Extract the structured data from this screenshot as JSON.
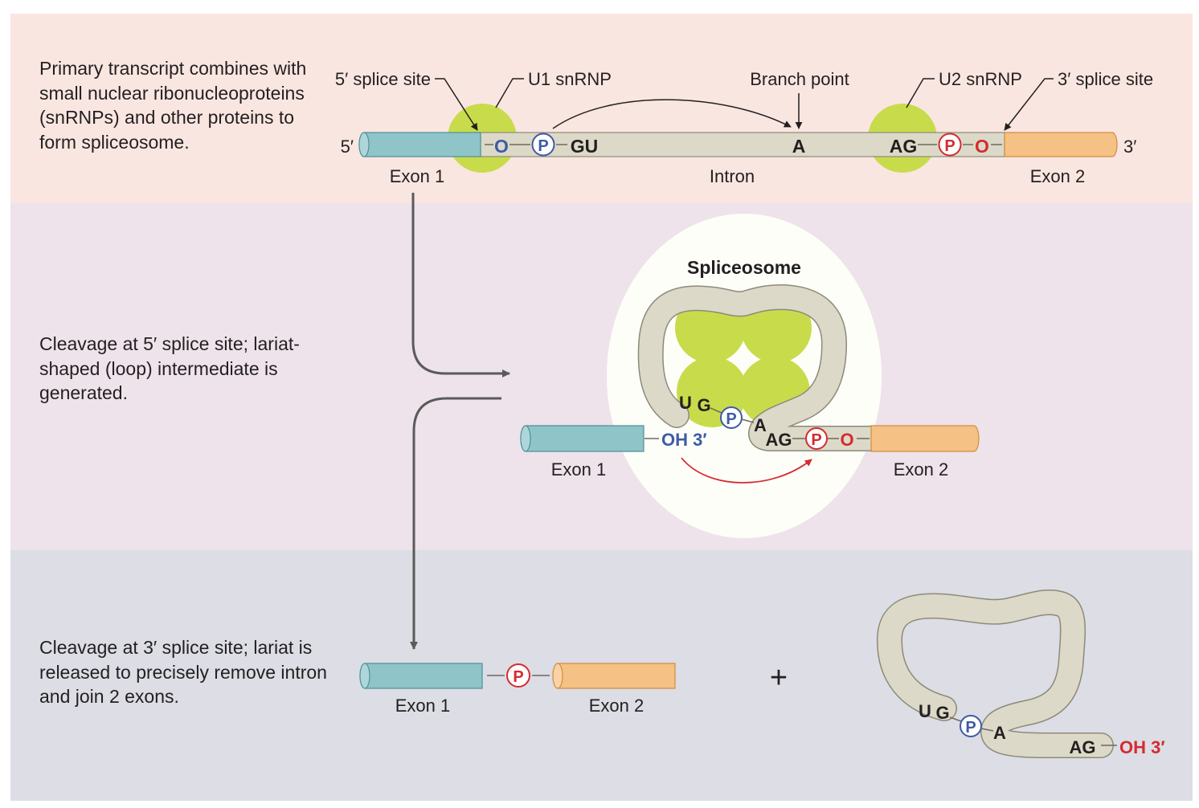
{
  "steps": [
    {
      "description": "Primary transcript combines with small nuclear ribonucleoproteins (snRNPs) and other proteins to form spliceosome."
    },
    {
      "description": "Cleavage at 5′ splice site; lariat-shaped (loop) intermediate is generated."
    },
    {
      "description": "Cleavage at 3′ splice site; lariat is released to precisely remove intron and join 2 exons."
    }
  ],
  "step1": {
    "five_prime_end": "5′",
    "three_prime_end": "3′",
    "five_splice_label": "5′ splice site",
    "u1_label": "U1 snRNP",
    "branch_label": "Branch point",
    "u2_label": "U2 snRNP",
    "three_splice_label": "3′ splice site",
    "o_left": "O",
    "p_left": "P",
    "gu": "GU",
    "a": "A",
    "ag": "AG",
    "p_right": "P",
    "o_right": "O",
    "exon1": "Exon 1",
    "intron": "Intron",
    "exon2": "Exon 2"
  },
  "step2": {
    "spliceosome": "Spliceosome",
    "u": "U",
    "g": "G",
    "p_blue": "P",
    "a": "A",
    "ag": "AG",
    "p_red": "P",
    "o": "O",
    "oh3": "OH 3′",
    "exon1": "Exon 1",
    "exon2": "Exon 2"
  },
  "step3": {
    "p": "P",
    "exon1": "Exon 1",
    "exon2": "Exon 2",
    "plus": "+",
    "u": "U",
    "g": "G",
    "p_blue": "P",
    "a": "A",
    "ag": "AG",
    "oh3": "OH 3′"
  },
  "colors": {
    "exon1": "#8fc4c9",
    "exon2": "#f5c184",
    "intron": "#dcd9c8",
    "snrnp": "#c8dc4b",
    "phosphate_blue": "#3e5ba6",
    "phosphate_red": "#d52b2f"
  }
}
